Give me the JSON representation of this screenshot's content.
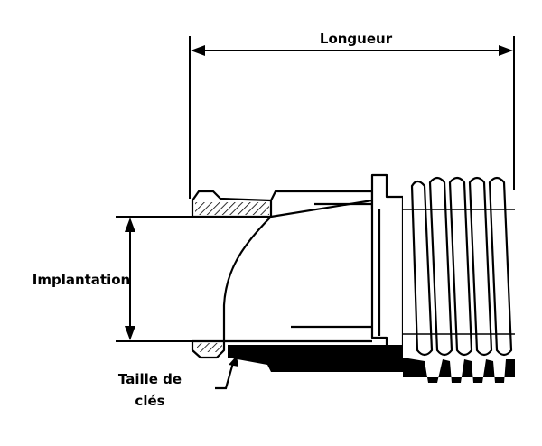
{
  "labels": {
    "length": "Longueur",
    "implantation": "Implantation",
    "wrench_size_line1": "Taille de",
    "wrench_size_line2": "clés"
  },
  "colors": {
    "ink": "#000000",
    "paper": "#ffffff"
  }
}
